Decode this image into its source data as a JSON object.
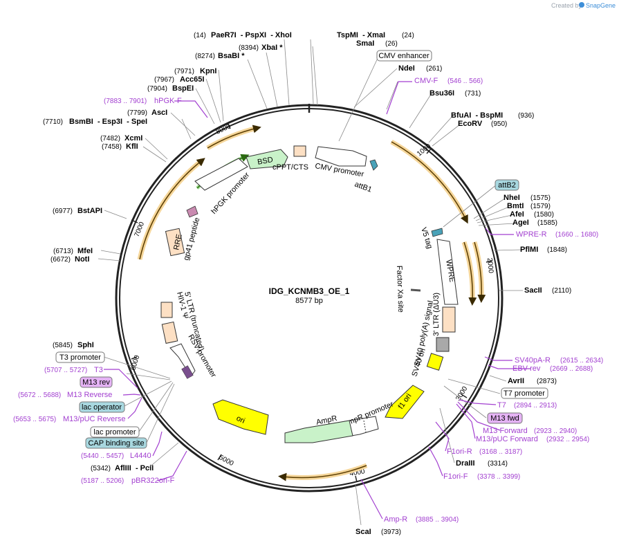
{
  "credit": {
    "prefix": "Created by",
    "brand": "SnapGene"
  },
  "plasmid": {
    "name": "IDG_KCNMB3_OE_1",
    "length": "8577 bp"
  },
  "ticks": [
    "1000",
    "2000",
    "3000",
    "4000",
    "5000",
    "6000",
    "7000",
    "8000"
  ],
  "sites": [
    {
      "pos": "(14)",
      "name": "PaeR7I  - PspXI  - XhoI"
    },
    {
      "pos": "(8394)",
      "name": "XbaI *"
    },
    {
      "pos": "(8274)",
      "name": "BsaBI *"
    },
    {
      "name": "TspMI  - XmaI",
      "pos": "(24)"
    },
    {
      "name": "SmaI",
      "pos": "(26)"
    },
    {
      "name": "NdeI",
      "pos": "(261)"
    },
    {
      "name": "Bsu36I",
      "pos": "(731)"
    },
    {
      "name": "BfuAI  - BspMI",
      "pos": "(936)"
    },
    {
      "name": "EcoRV",
      "pos": "(950)"
    },
    {
      "name": "NheI",
      "pos": "(1575)"
    },
    {
      "name": "BmtI",
      "pos": "(1579)"
    },
    {
      "name": "AfeI",
      "pos": "(1580)"
    },
    {
      "name": "AgeI",
      "pos": "(1585)"
    },
    {
      "name": "PflMI",
      "pos": "(1848)"
    },
    {
      "name": "SacII",
      "pos": "(2110)"
    },
    {
      "name": "AvrII",
      "pos": "(2873)"
    },
    {
      "name": "DraIII",
      "pos": "(3314)"
    },
    {
      "name": "ScaI",
      "pos": "(3973)"
    },
    {
      "pos": "(5342)",
      "name": "AflIII  - PciI"
    },
    {
      "pos": "(5845)",
      "name": "SphI"
    },
    {
      "pos": "(6713)",
      "name": "MfeI"
    },
    {
      "pos": "(6672)",
      "name": "NotI"
    },
    {
      "pos": "(6977)",
      "name": "BstAPI"
    },
    {
      "pos": "(7482)",
      "name": "XcmI"
    },
    {
      "pos": "(7458)",
      "name": "KflI"
    },
    {
      "pos": "(7710)",
      "name": "BsmBI  - Esp3I  - SpeI"
    },
    {
      "pos": "(7799)",
      "name": "AscI"
    },
    {
      "pos": "(7904)",
      "name": "BspEI"
    },
    {
      "pos": "(7967)",
      "name": "Acc65I"
    },
    {
      "pos": "(7971)",
      "name": "KpnI"
    }
  ],
  "primers": [
    {
      "name": "CMV-F",
      "pos": "(546 .. 566)"
    },
    {
      "name": "WPRE-R",
      "pos": "(1660 .. 1680)"
    },
    {
      "name": "SV40pA-R",
      "pos": "(2615 .. 2634)"
    },
    {
      "name": "EBV-rev",
      "pos": "(2669 .. 2688)"
    },
    {
      "name": "T7",
      "pos": "(2894 .. 2913)"
    },
    {
      "name": "M13 Forward",
      "pos": "(2923 .. 2940)"
    },
    {
      "name": "M13/pUC Forward",
      "pos": "(2932 .. 2954)"
    },
    {
      "name": "F1ori-R",
      "pos": "(3168 .. 3187)"
    },
    {
      "name": "F1ori-F",
      "pos": "(3378 .. 3399)"
    },
    {
      "name": "Amp-R",
      "pos": "(3885 .. 3904)"
    },
    {
      "pos": "(5187 .. 5206)",
      "name": "pBR322ori-F"
    },
    {
      "pos": "(5440 .. 5457)",
      "name": "L4440"
    },
    {
      "pos": "(5653 .. 5675)",
      "name": "M13/pUC Reverse"
    },
    {
      "pos": "(5672 .. 5688)",
      "name": "M13 Reverse"
    },
    {
      "pos": "(5707 .. 5727)",
      "name": "T3"
    },
    {
      "pos": "(7883 .. 7901)",
      "name": "hPGK-F"
    }
  ],
  "boxes": {
    "cmv_enhancer": "CMV enhancer",
    "attB2": "attB2",
    "t7_promoter": "T7 promoter",
    "m13_fwd": "M13 fwd",
    "t3_promoter": "T3 promoter",
    "m13_rev": "M13 rev",
    "lac_operator": "lac operator",
    "lac_promoter": "lac promoter",
    "cap_site": "CAP binding site"
  },
  "features": {
    "bsd": "BSD",
    "cppt": "cPPT/CTS",
    "cmv_promoter": "CMV promoter",
    "attb1": "attB1",
    "hpgk": "hPGK promoter",
    "gp41": "gp41 peptide",
    "rre": "RRE",
    "v5": "V5 tag",
    "wpre": "WPRE",
    "factor_xa": "Factor Xa site",
    "ltr3": "3' LTR (ΔU3)",
    "sv40_polya": "SV40 poly(A) signal",
    "sv40_ori": "SV40 ori",
    "f1_ori": "f1 ori",
    "ampr_promoter": "AmpR promoter",
    "ampr": "AmpR",
    "ori": "ori",
    "ltr5": "5' LTR (truncated)",
    "hiv_psi": "HIV-1 Ψ",
    "rsv": "RSV promoter"
  },
  "colors": {
    "backbone": "#222222",
    "orf_arrow": "#e8a53a",
    "bsd_fill": "#c9f2c9",
    "ori_fill": "#ffff00",
    "ampr_fill": "#c9f2c9",
    "ltr_fill": "#fde0c4",
    "primer": "#a23fd0",
    "box_blue": "#a8d8e0",
    "box_purple": "#e5b3f5",
    "sv40_polya_fill": "#a9a9a9"
  }
}
